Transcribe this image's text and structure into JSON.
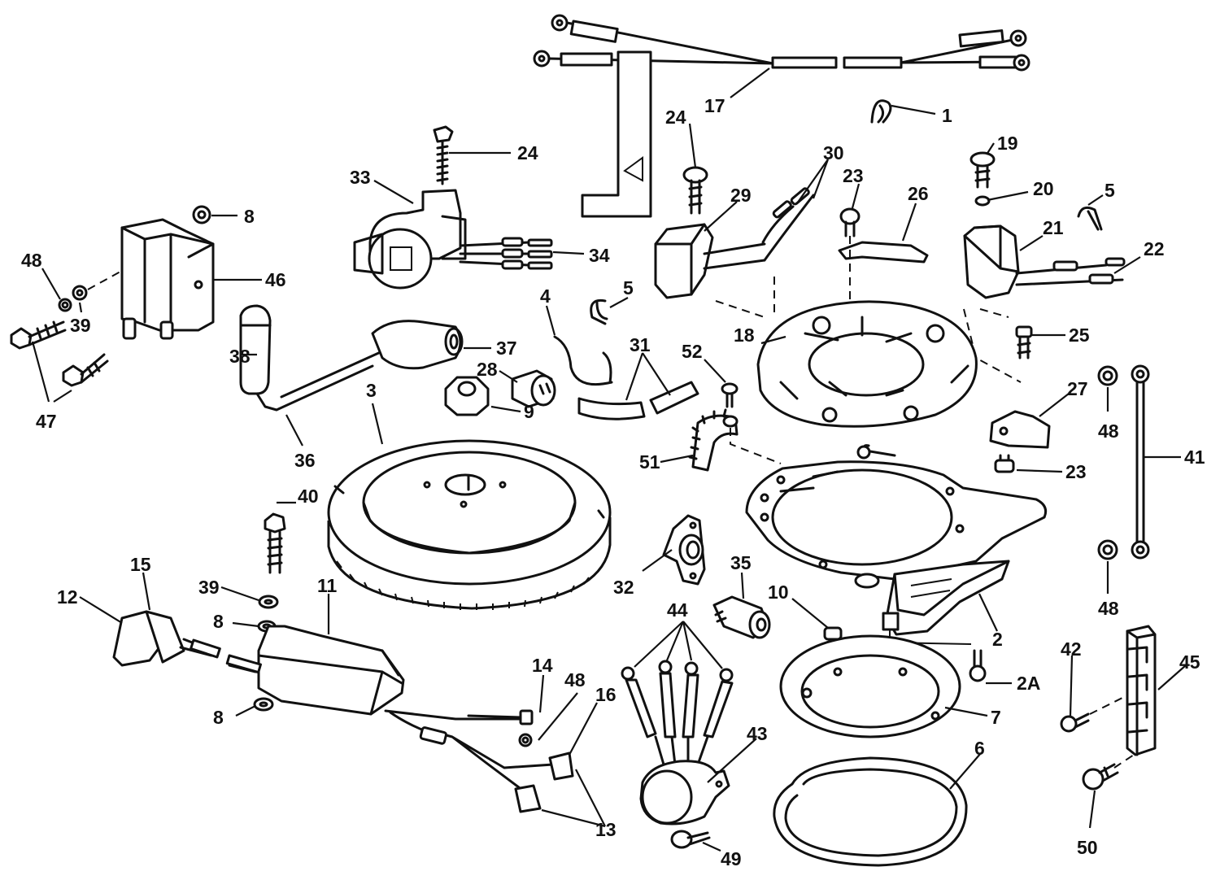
{
  "callouts": [
    {
      "id": "c1",
      "text": "1"
    },
    {
      "id": "c17",
      "text": "17"
    },
    {
      "id": "c24a",
      "text": "24"
    },
    {
      "id": "c24b",
      "text": "24"
    },
    {
      "id": "c33",
      "text": "33"
    },
    {
      "id": "c30",
      "text": "30"
    },
    {
      "id": "c19",
      "text": "19"
    },
    {
      "id": "c29",
      "text": "29"
    },
    {
      "id": "c23a",
      "text": "23"
    },
    {
      "id": "c26",
      "text": "26"
    },
    {
      "id": "c20",
      "text": "20"
    },
    {
      "id": "c5a",
      "text": "5"
    },
    {
      "id": "c8a",
      "text": "8"
    },
    {
      "id": "c21",
      "text": "21"
    },
    {
      "id": "c48a",
      "text": "48"
    },
    {
      "id": "c34",
      "text": "34"
    },
    {
      "id": "c22",
      "text": "22"
    },
    {
      "id": "c46",
      "text": "46"
    },
    {
      "id": "c5b",
      "text": "5"
    },
    {
      "id": "c4",
      "text": "4"
    },
    {
      "id": "c39a",
      "text": "39"
    },
    {
      "id": "c37",
      "text": "37"
    },
    {
      "id": "c31",
      "text": "31"
    },
    {
      "id": "c52",
      "text": "52"
    },
    {
      "id": "c18",
      "text": "18"
    },
    {
      "id": "c25",
      "text": "25"
    },
    {
      "id": "c38",
      "text": "38"
    },
    {
      "id": "c28",
      "text": "28"
    },
    {
      "id": "c3",
      "text": "3"
    },
    {
      "id": "c9",
      "text": "9"
    },
    {
      "id": "c47",
      "text": "47"
    },
    {
      "id": "c27",
      "text": "27"
    },
    {
      "id": "c48b",
      "text": "48"
    },
    {
      "id": "c36",
      "text": "36"
    },
    {
      "id": "c51",
      "text": "51"
    },
    {
      "id": "c41",
      "text": "41"
    },
    {
      "id": "c23b",
      "text": "23"
    },
    {
      "id": "c40",
      "text": "40"
    },
    {
      "id": "c15",
      "text": "15"
    },
    {
      "id": "c35",
      "text": "35"
    },
    {
      "id": "c12",
      "text": "12"
    },
    {
      "id": "c11",
      "text": "11"
    },
    {
      "id": "c39b",
      "text": "39"
    },
    {
      "id": "c32",
      "text": "32"
    },
    {
      "id": "c44",
      "text": "44"
    },
    {
      "id": "c10",
      "text": "10"
    },
    {
      "id": "c48c",
      "text": "48"
    },
    {
      "id": "c8b",
      "text": "8"
    },
    {
      "id": "c2",
      "text": "2"
    },
    {
      "id": "c42",
      "text": "42"
    },
    {
      "id": "c45",
      "text": "45"
    },
    {
      "id": "c14",
      "text": "14"
    },
    {
      "id": "c48d",
      "text": "48"
    },
    {
      "id": "c2a",
      "text": "2A"
    },
    {
      "id": "c16",
      "text": "16"
    },
    {
      "id": "c8c",
      "text": "8"
    },
    {
      "id": "c7",
      "text": "7"
    },
    {
      "id": "c43",
      "text": "43"
    },
    {
      "id": "c6",
      "text": "6"
    },
    {
      "id": "c13",
      "text": "13"
    },
    {
      "id": "c49",
      "text": "49"
    },
    {
      "id": "c50",
      "text": "50"
    }
  ]
}
